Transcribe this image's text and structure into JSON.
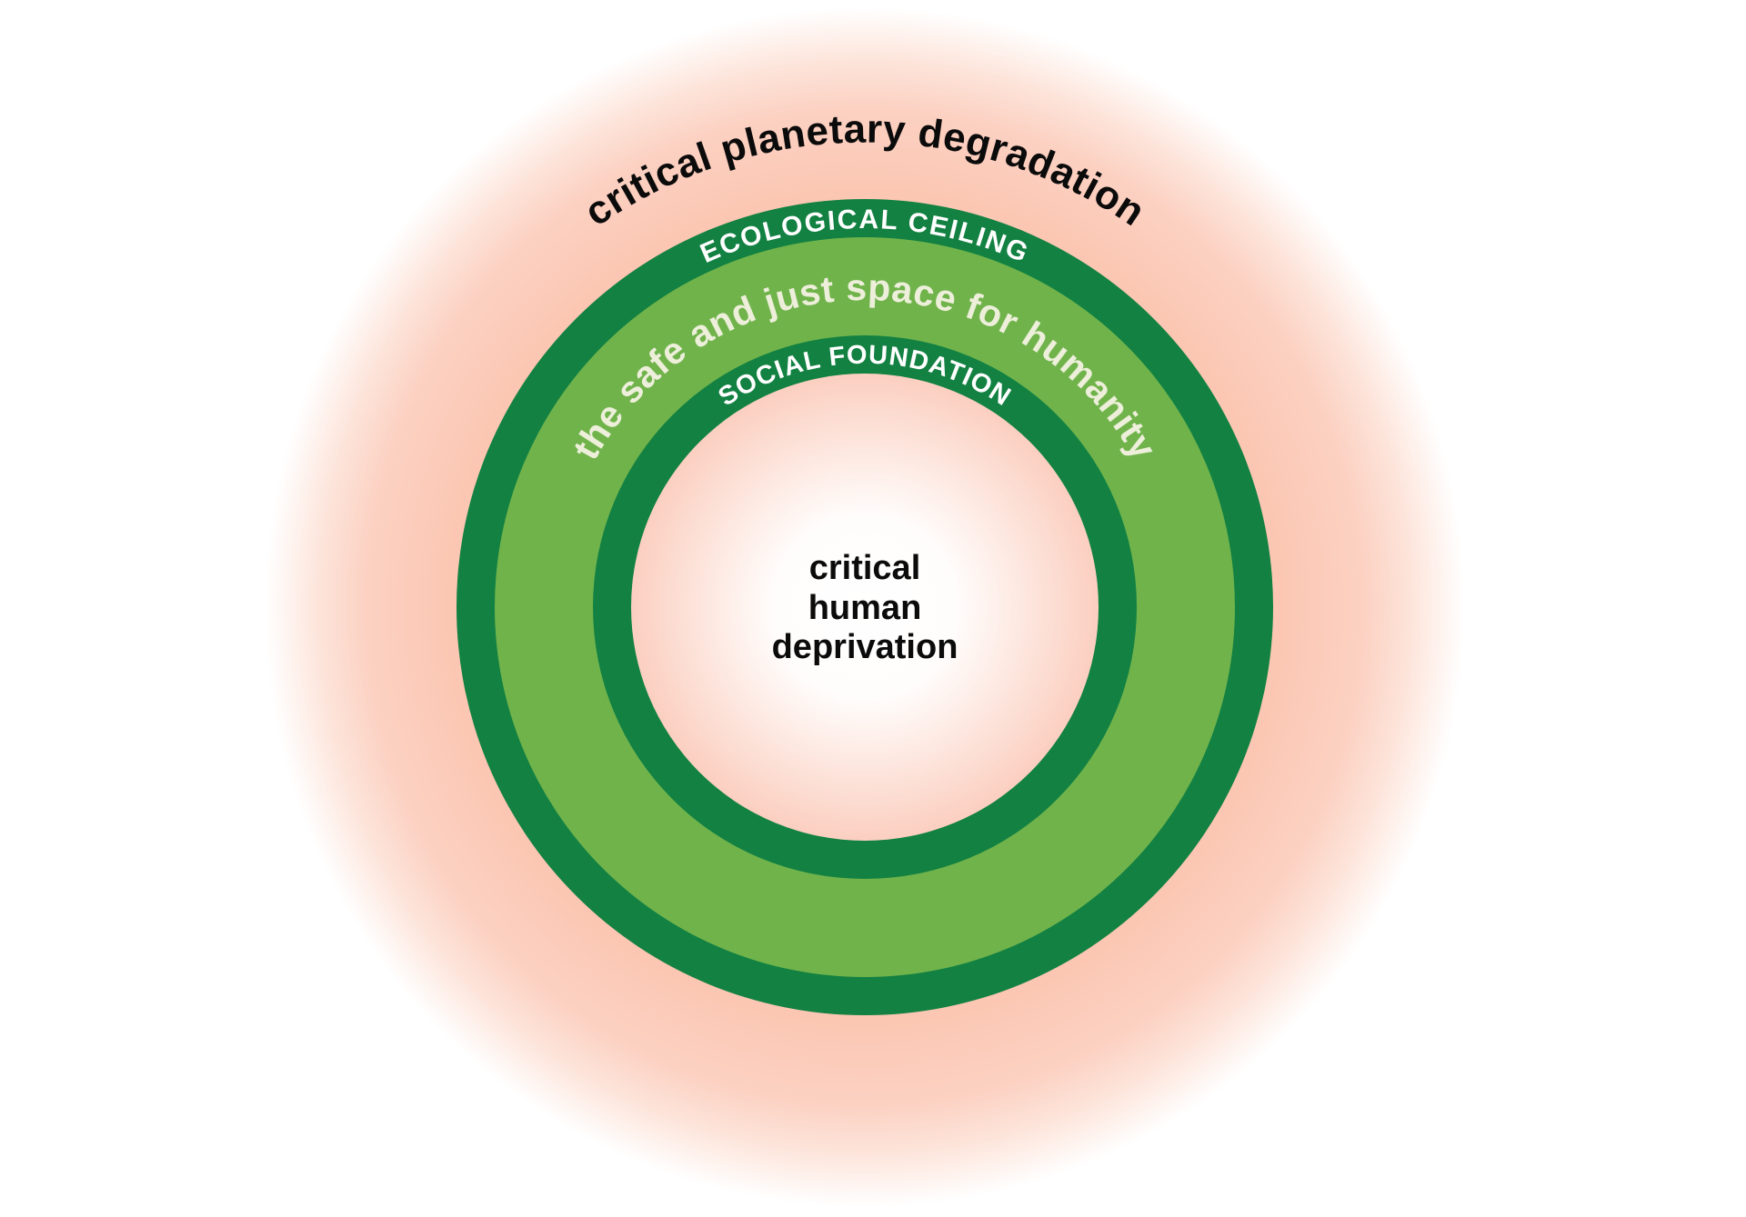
{
  "diagram": {
    "title_semantic": "doughnut-economics-model",
    "outer_label": "critical planetary degradation",
    "ecological_ceiling_label": "ECOLOGICAL CEILING",
    "safe_space_label": "the safe and just space for humanity",
    "social_foundation_label": "SOCIAL FOUNDATION",
    "center_label_lines": {
      "line1": "critical",
      "line2": "human",
      "line3": "deprivation"
    }
  },
  "colors": {
    "dark_green": "#128142",
    "light_green": "#70B34B",
    "cream_text": "#EDEFDA",
    "white_text": "#FFFFFF",
    "black_text": "#0B0B0B",
    "glow_inner_pink": "#FBCFC0",
    "glow_peak_salmon": "#FBC6B2",
    "glow_fade_1": "#FCD1C2",
    "glow_fade_2": "#FDE4DA",
    "background_white": "#FFFFFF"
  }
}
